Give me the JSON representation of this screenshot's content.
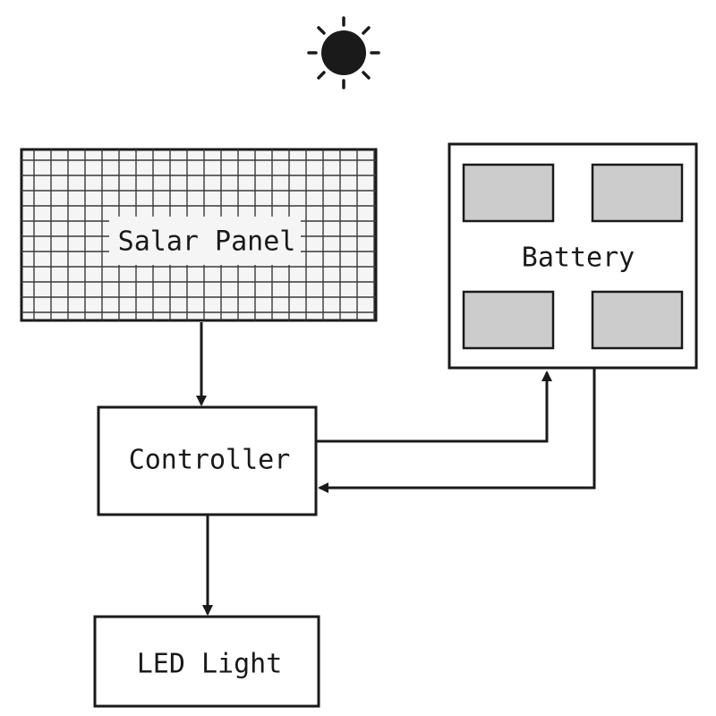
{
  "diagram": {
    "nodes": {
      "solar_panel": {
        "label": "Salar Panel"
      },
      "battery": {
        "label": "Battery"
      },
      "controller": {
        "label": "Controller"
      },
      "led_light": {
        "label": "LED Light"
      }
    },
    "icons": {
      "sun": "sun-icon"
    },
    "edges": [
      {
        "from": "solar_panel",
        "to": "controller"
      },
      {
        "from": "controller",
        "to": "battery"
      },
      {
        "from": "battery",
        "to": "controller"
      },
      {
        "from": "controller",
        "to": "led_light"
      }
    ],
    "colors": {
      "stroke": "#1a1a1a",
      "cell_fill": "#cccccc",
      "grid_fill": "#f5f5f5",
      "background": "#ffffff"
    }
  }
}
